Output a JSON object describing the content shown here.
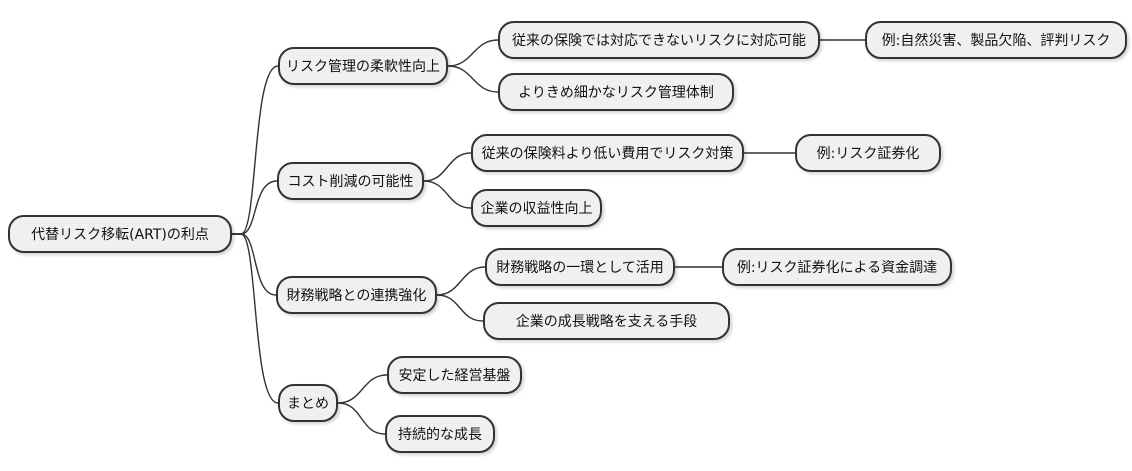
{
  "diagram": {
    "type": "mindmap",
    "root": {
      "label": "代替リスク移転(ART)の利点"
    },
    "branches": [
      {
        "label": "リスク管理の柔軟性向上",
        "children": [
          {
            "label": "従来の保険では対応できないリスクに対応可能",
            "example": {
              "label": "例:自然災害、製品欠陥、評判リスク"
            }
          },
          {
            "label": "よりきめ細かなリスク管理体制"
          }
        ]
      },
      {
        "label": "コスト削減の可能性",
        "children": [
          {
            "label": "従来の保険料より低い費用でリスク対策",
            "example": {
              "label": "例:リスク証券化"
            }
          },
          {
            "label": "企業の収益性向上"
          }
        ]
      },
      {
        "label": "財務戦略との連携強化",
        "children": [
          {
            "label": "財務戦略の一環として活用",
            "example": {
              "label": "例:リスク証券化による資金調達"
            }
          },
          {
            "label": "企業の成長戦略を支える手段"
          }
        ]
      },
      {
        "label": "まとめ",
        "children": [
          {
            "label": "安定した経営基盤"
          },
          {
            "label": "持続的な成長"
          }
        ]
      }
    ],
    "colors": {
      "node_fill": "#f0f0f0",
      "node_border": "#333333",
      "connector": "#333333",
      "text": "#111111",
      "background": "#ffffff"
    }
  }
}
